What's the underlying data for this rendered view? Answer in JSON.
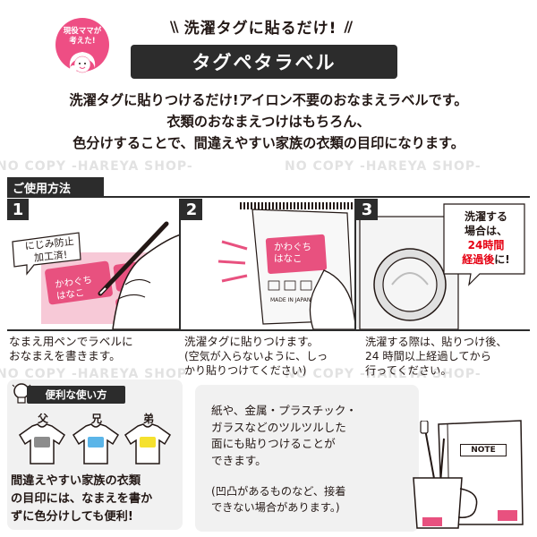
{
  "badge": {
    "line1": "現役ママが",
    "line2": "考えた!"
  },
  "header": {
    "tagline": "洗濯タグに貼るだけ!",
    "slash_left": "\\\\",
    "slash_right": "//",
    "product_name": "タグペタラベル"
  },
  "intro": {
    "line1": "洗濯タグに貼りつけるだけ!アイロン不要のおなまえラベルです。",
    "line2": "衣類のおなまえつけはもちろん、",
    "line3": "色分けすることで、間違えやすい家族の衣類の目印になります。"
  },
  "watermark": "NO COPY -HAREYA SHOP-",
  "usage": {
    "title": "ご使用方法",
    "steps": [
      {
        "number": "1",
        "bubble_line1": "にじみ防止",
        "bubble_line2": "加工済!",
        "label_line1": "かわぐち",
        "label_line2": "はなこ",
        "caption_line1": "なまえ用ペンでラベルに",
        "caption_line2": "おなまえを書きます。"
      },
      {
        "number": "2",
        "label_line1": "かわぐち",
        "label_line2": "はなこ",
        "tag_text": "MADE IN JAPAN",
        "caption_line1": "洗濯タグに貼りつけます。",
        "caption_line2": "(空気が入らないように、しっ",
        "caption_line3": "かり貼りつけてください)"
      },
      {
        "number": "3",
        "bubble_line1": "洗濯する",
        "bubble_line2": "場合は、",
        "bubble_line3": "24時間",
        "bubble_line4": "経過後",
        "bubble_line4_suffix": "に!",
        "caption_line1": "洗濯する際は、貼りつけ後、",
        "caption_line2": "24 時間以上経過してから",
        "caption_line3": "行ってください。"
      }
    ]
  },
  "tips": {
    "label": "便利な使い方",
    "family": [
      "父",
      "兄",
      "弟"
    ],
    "line1": "間違えやすい家族の衣類",
    "line2": "の目印には、なまえを書か",
    "line3": "ずに色分けしても便利!"
  },
  "surfaces": {
    "line1": "紙や、金属・プラスチック・",
    "line2": "ガラスなどのツルツルした",
    "line3": "面にも貼りつけることが",
    "line4": "できます。",
    "note1": "(凹凸があるものなど、接着",
    "note2": "できない場合があります。)",
    "notebook_label": "NOTE"
  },
  "colors": {
    "pink": "#e8517f",
    "dark": "#2c2c2c",
    "gray_shirt": "#8c8c8c",
    "blue_shirt": "#5bb5e8",
    "yellow_shirt": "#f5e12e",
    "red_text": "#e60012"
  }
}
